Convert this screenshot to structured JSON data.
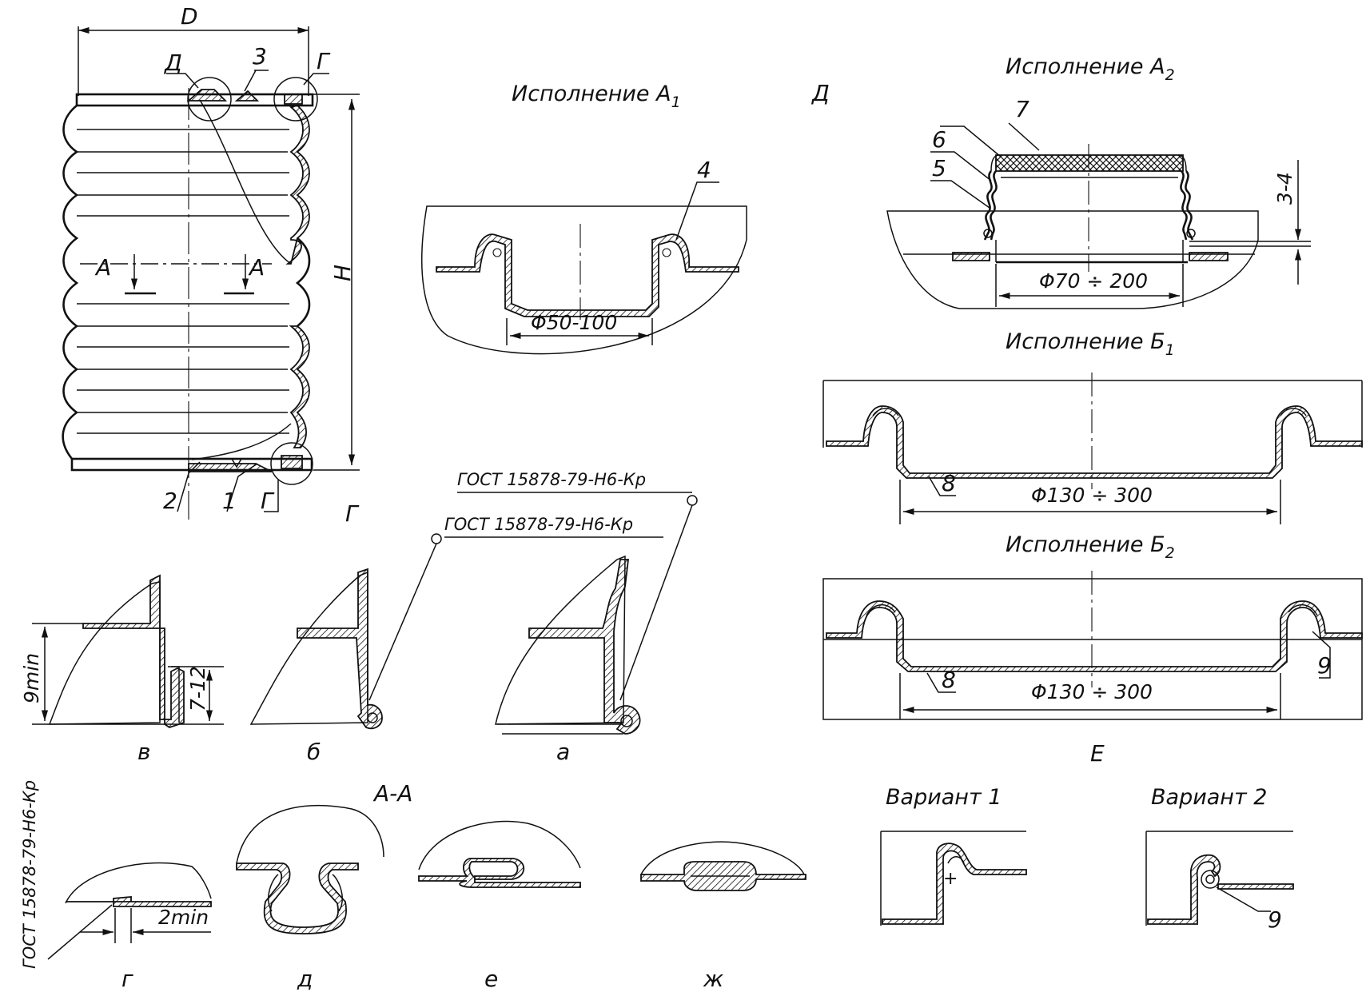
{
  "labels": {
    "D": "D",
    "H": "H",
    "D_cyr_top": "Д",
    "three": "3",
    "G_top": "Г",
    "A_left": "А",
    "A_right": "А",
    "two": "2",
    "one": "1",
    "G_bottom": "Г",
    "G_under": "Г",
    "ispA1": "Исполнение А",
    "ispA1_sub": "1",
    "four": "4",
    "phi50": "Φ50-100",
    "D_cyr_center": "Д",
    "ispA2": "Исполнение А",
    "ispA2_sub": "2",
    "six": "6",
    "seven": "7",
    "five": "5",
    "dim34": "3-4",
    "phi70": "Φ70 ÷ 200",
    "ispB1": "Исполнение Б",
    "ispB1_sub": "1",
    "eight_1": "8",
    "phi130_1": "Φ130 ÷ 300",
    "ispB2": "Исполнение Б",
    "ispB2_sub": "2",
    "nine_1": "9",
    "eight_2": "8",
    "phi130_2": "Φ130 ÷ 300",
    "E": "Е",
    "gost1": "ГОСТ 15878-79-Н6-Кр",
    "gost2": "ГОСТ 15878-79-Н6-Кр",
    "gost_vert": "ГОСТ 15878-79-Н6-Кр",
    "nine_min": "9min",
    "seven12": "7-12",
    "v": "в",
    "b": "б",
    "a": "а",
    "AA": "А-А",
    "two_min": "2min",
    "g": "г",
    "d": "д",
    "e": "е",
    "zh": "ж",
    "var1": "Вариант 1",
    "var2": "Вариант 2",
    "nine_2": "9"
  }
}
